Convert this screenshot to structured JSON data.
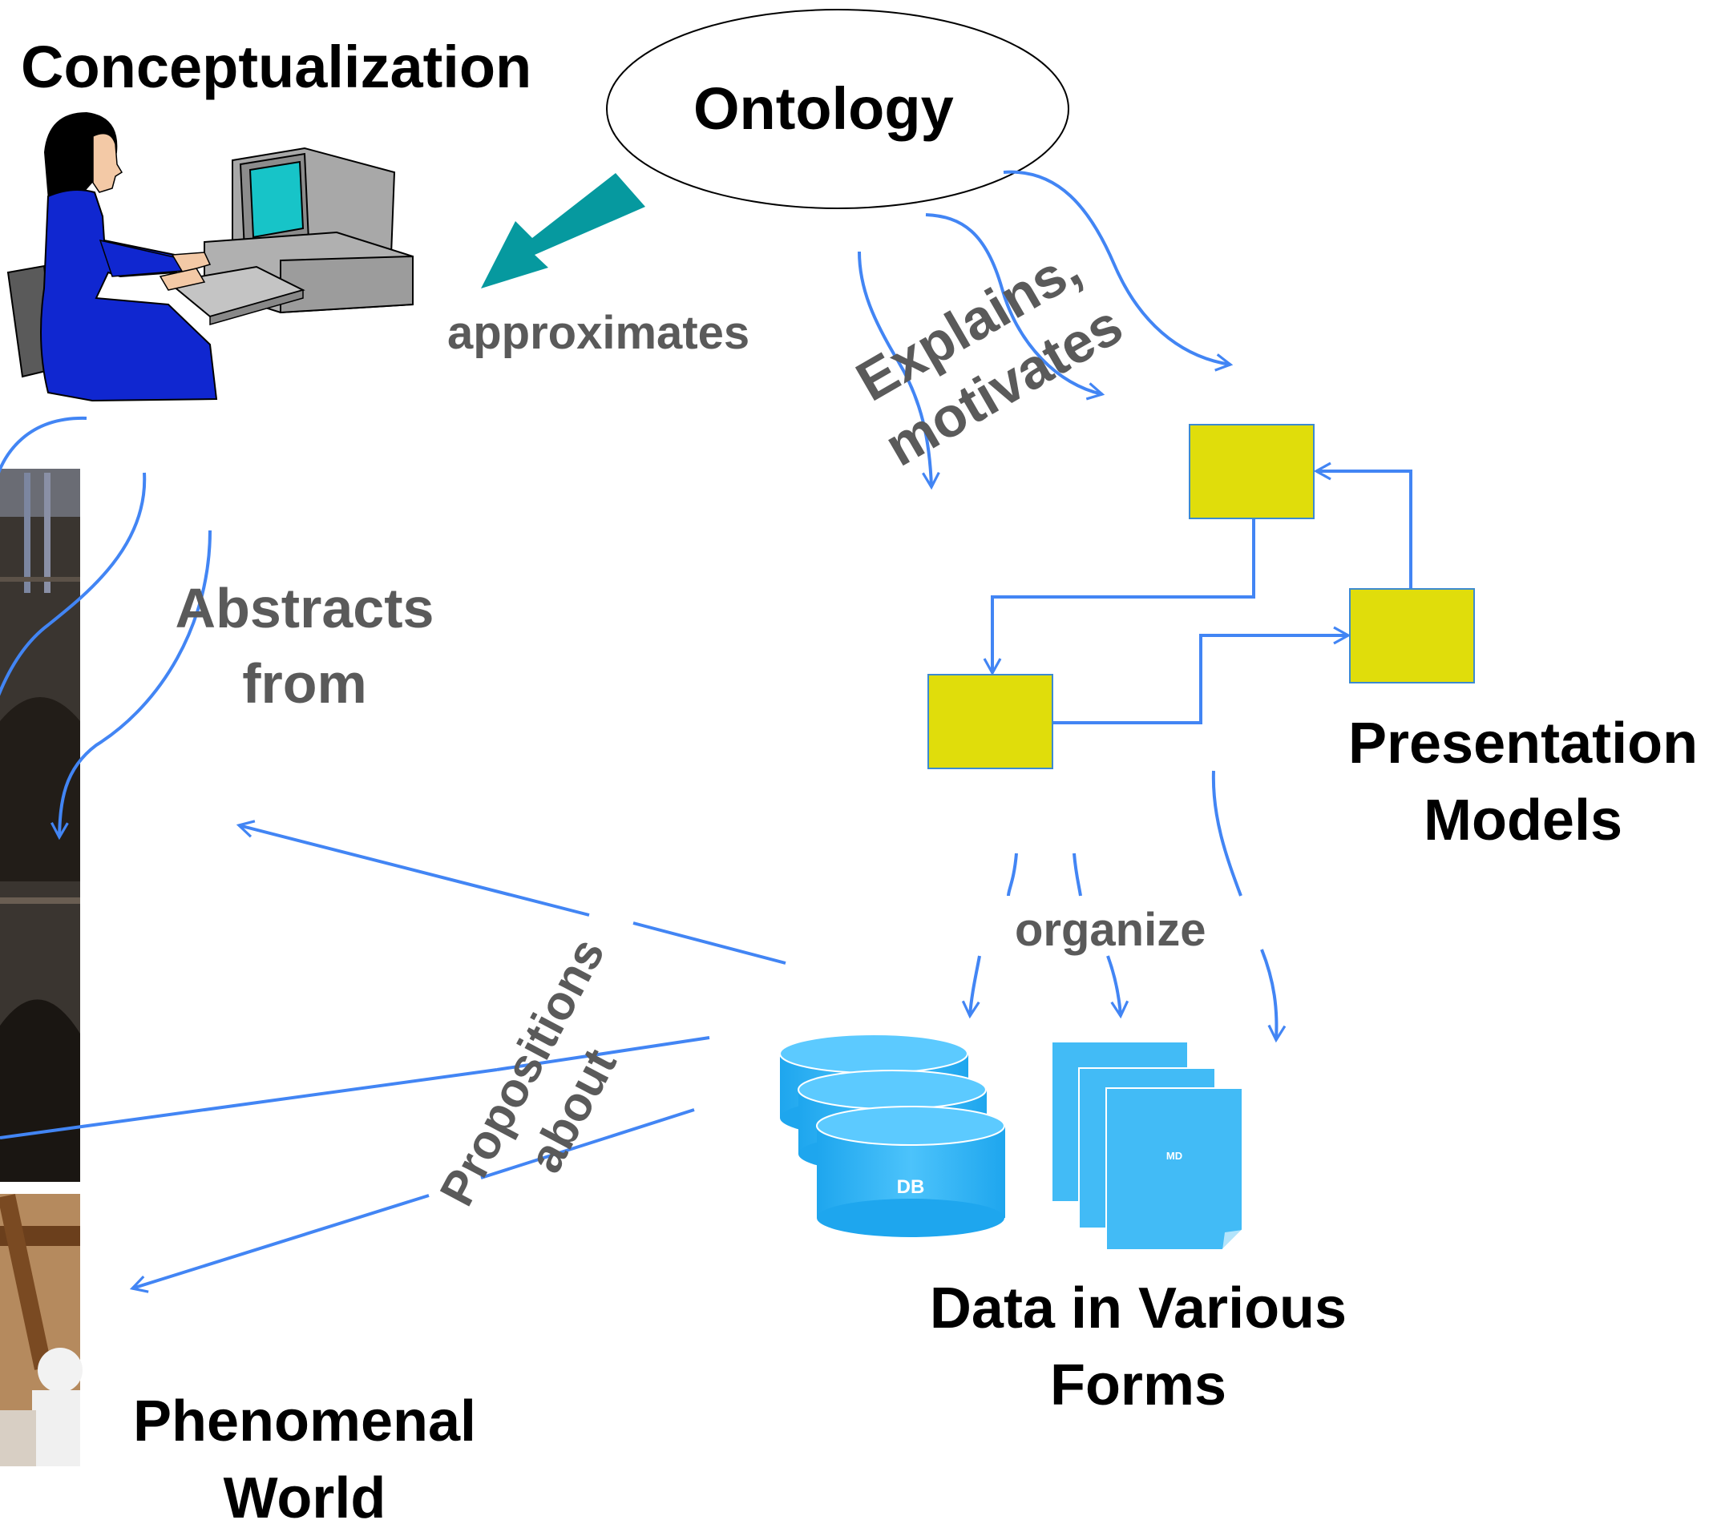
{
  "nodes": {
    "conceptualization": "Conceptualization",
    "ontology": "Ontology",
    "presentation_models": [
      "Presentation",
      "Models"
    ],
    "data_forms": [
      "Data in Various",
      "Forms"
    ],
    "phenomenal_world": [
      "Phenomenal",
      "World"
    ]
  },
  "relations": {
    "approximates": "approximates",
    "explains_motivates": [
      "Explains,",
      "motivates"
    ],
    "abstracts_from": [
      "Abstracts",
      "from"
    ],
    "organize": "organize",
    "propositions_about": [
      "Propositions",
      "about"
    ]
  },
  "icons": {
    "db_label": "DB",
    "md_label": "MD"
  },
  "colors": {
    "arrow": "#4285f4",
    "box_fill": "#e0dd0b",
    "box_stroke": "#3c8ad0",
    "big_arrow": "#06999f",
    "data_blue": "#2fb3f3",
    "gray_text": "#5a5a5a"
  }
}
